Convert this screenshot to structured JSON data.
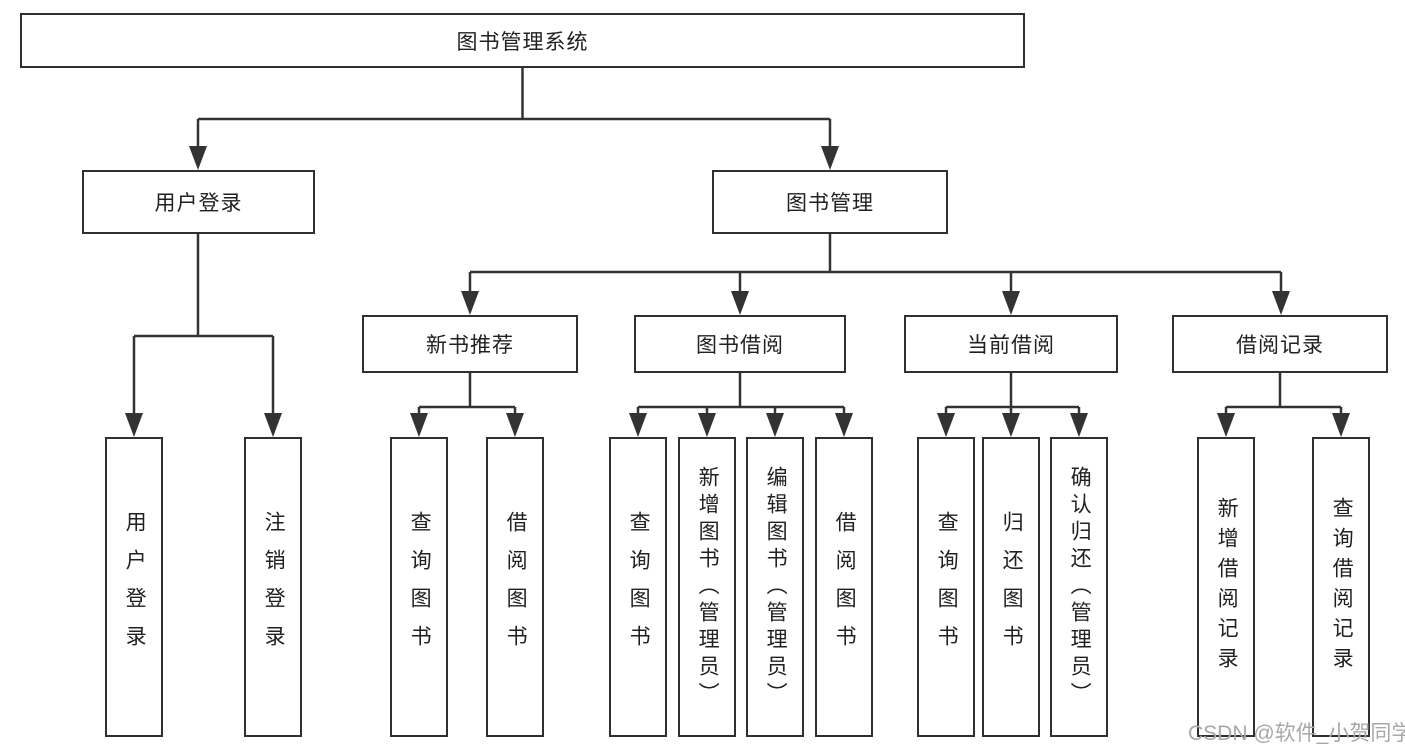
{
  "tree": {
    "root": {
      "label": "图书管理系统",
      "children": [
        {
          "label": "用户登录",
          "children": [
            {
              "label": "用户登录"
            },
            {
              "label": "注销登录"
            }
          ]
        },
        {
          "label": "图书管理",
          "children": [
            {
              "label": "新书推荐",
              "children": [
                {
                  "label": "查询图书"
                },
                {
                  "label": "借阅图书"
                }
              ]
            },
            {
              "label": "图书借阅",
              "children": [
                {
                  "label": "查询图书"
                },
                {
                  "label": "新增图书（管理员）"
                },
                {
                  "label": "编辑图书（管理员）"
                },
                {
                  "label": "借阅图书"
                }
              ]
            },
            {
              "label": "当前借阅",
              "children": [
                {
                  "label": "查询图书"
                },
                {
                  "label": "归还图书"
                },
                {
                  "label": "确认归还（管理员）"
                }
              ]
            },
            {
              "label": "借阅记录",
              "children": [
                {
                  "label": "新增借阅记录"
                },
                {
                  "label": "查询借阅记录"
                }
              ]
            }
          ]
        }
      ]
    }
  },
  "watermark": {
    "text": "CSDN @软件_小贺同学"
  },
  "colors": {
    "background": "#ffffff",
    "line": "#333333",
    "box_border": "#303030",
    "text": "#212121",
    "watermark": "#a8a8a8"
  }
}
